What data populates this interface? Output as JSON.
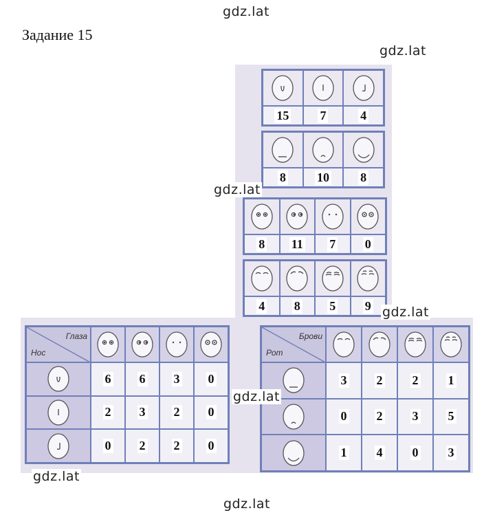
{
  "title": "Задание 15",
  "watermark": "gdz.lat",
  "top_tables": [
    {
      "faces": [
        "nose-u",
        "nose-i",
        "nose-j"
      ],
      "values": [
        "15",
        "7",
        "4"
      ]
    },
    {
      "faces": [
        "mouth-flat",
        "mouth-small",
        "mouth-smile"
      ],
      "values": [
        "8",
        "10",
        "8"
      ]
    },
    {
      "faces": [
        "eyes-1",
        "eyes-2",
        "eyes-3",
        "eyes-4"
      ],
      "values": [
        "8",
        "11",
        "7",
        "0"
      ]
    },
    {
      "faces": [
        "brows-1",
        "brows-2",
        "brows-3",
        "brows-4"
      ],
      "values": [
        "4",
        "8",
        "5",
        "9"
      ]
    }
  ],
  "left_table": {
    "col_label": "Глаза",
    "row_label": "Нос",
    "cols": [
      "eyes-1",
      "eyes-2",
      "eyes-3",
      "eyes-4"
    ],
    "rows": [
      "nose-u",
      "nose-i",
      "nose-j"
    ],
    "values": [
      [
        "6",
        "6",
        "3",
        "0"
      ],
      [
        "2",
        "3",
        "2",
        "0"
      ],
      [
        "0",
        "2",
        "2",
        "0"
      ]
    ]
  },
  "right_table": {
    "col_label": "Брови",
    "row_label": "Рот",
    "cols": [
      "brows-1",
      "brows-2",
      "brows-3",
      "brows-4"
    ],
    "rows": [
      "mouth-flat",
      "mouth-small",
      "mouth-smile"
    ],
    "values": [
      [
        "3",
        "2",
        "2",
        "1"
      ],
      [
        "0",
        "2",
        "3",
        "5"
      ],
      [
        "1",
        "4",
        "0",
        "3"
      ]
    ]
  }
}
